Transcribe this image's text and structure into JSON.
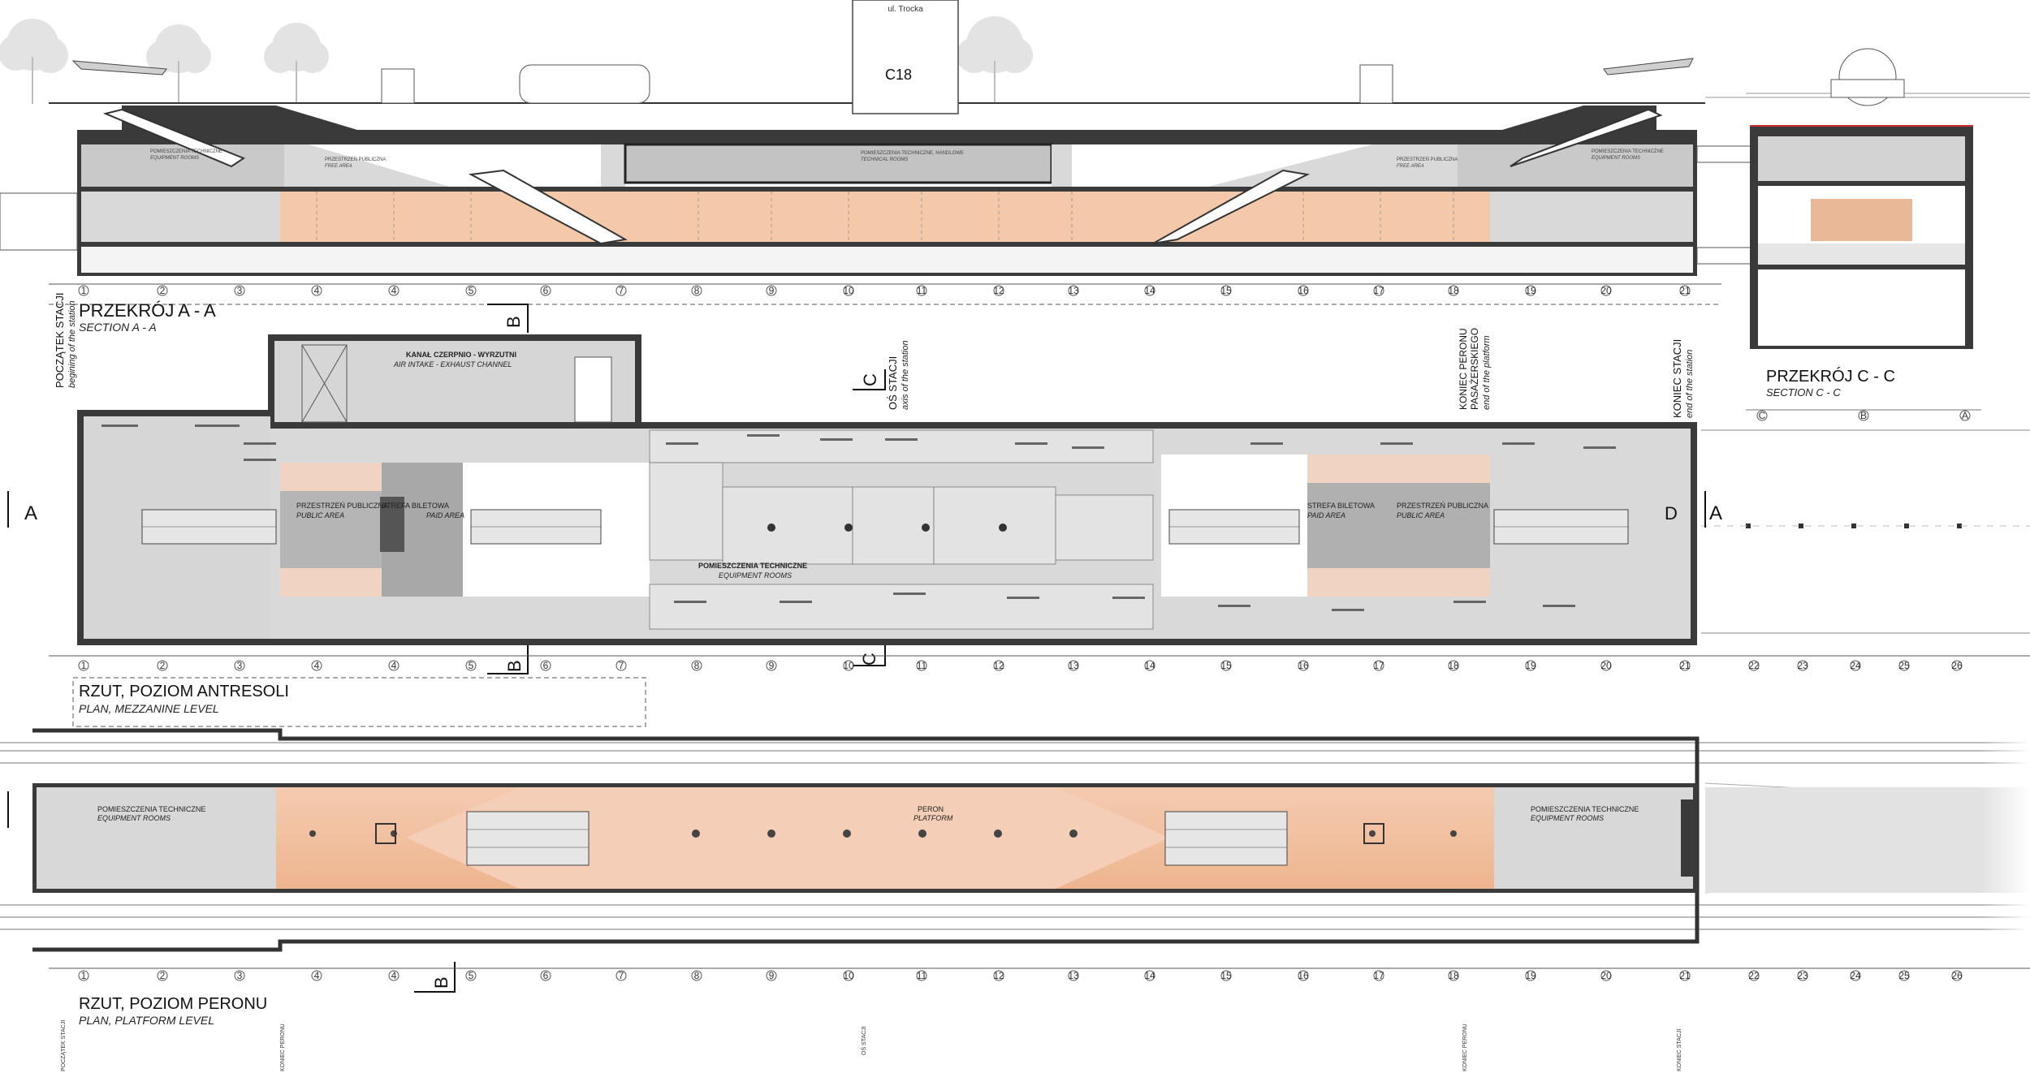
{
  "street_label": "ul. Trocka",
  "chamber_label": "C18",
  "sections": {
    "a_title": "PRZEKRÓJ A - A",
    "a_subtitle": "SECTION  A - A",
    "c_title": "PRZEKRÓJ C - C",
    "c_subtitle": "SECTION  C - C"
  },
  "plans": {
    "mezzanine_title": "RZUT, POZIOM ANTRESOLI",
    "mezzanine_subtitle": "PLAN, MEZZANINE LEVEL",
    "platform_title": "RZUT, POZIOM PERONU",
    "platform_subtitle": "PLAN, PLATFORM LEVEL"
  },
  "markers": {
    "station_start_pl": "POCZĄTEK STACJI",
    "station_start_en": "begining of the station",
    "station_axis_pl": "OŚ STACJI",
    "station_axis_en": "axis of the station",
    "platform_end_pl1": "KONIEC PERONU",
    "platform_end_pl2": "PASAŻERSKIEGO",
    "platform_end_en": "end of the platform",
    "station_end_pl": "KONIEC STACJI",
    "station_end_en": "end of the station"
  },
  "section_marks": {
    "a": "A",
    "b": "B",
    "c": "C",
    "d": "D"
  },
  "areas": {
    "air_pl": "KANAŁ CZERPNIO - WYRZUTNI",
    "air_en": "AIR INTAKE - EXHAUST CHANNEL",
    "public_pl": "PRZESTRZEŃ PUBLICZNA",
    "public_en": "PUBLIC AREA",
    "paid_pl": "STREFA BILETOWA",
    "paid_en": "PAID AREA",
    "equip_pl": "POMIESZCZENIA TECHNICZNE",
    "equip_en": "EQUIPMENT ROOMS",
    "platform_pl": "PERON",
    "platform_en": "PLATFORM"
  },
  "section_a_labels": {
    "equip_left": "POMIESZCZENIA TECHNICZNE",
    "equip_left_en": "EQUIPMENT ROOMS",
    "public_left": "PRZESTRZEŃ PUBLICZNA",
    "public_left_en": "FREE AREA",
    "tech_center": "POMIESZCZENIA TECHNICZNE, HANDLOWE",
    "tech_center_en": "TECHNICAL ROOMS",
    "public_right": "PRZESTRZEŃ PUBLICZNA",
    "public_right_en": "FREE AREA",
    "equip_right": "POMIESZCZENIA TECHNICZNE",
    "equip_right_en": "EQUIPMENT ROOMS"
  },
  "grid_a": [
    "1",
    "2",
    "3",
    "4",
    "4",
    "5",
    "6",
    "7",
    "8",
    "9",
    "10",
    "11",
    "12",
    "13",
    "14",
    "15",
    "16",
    "17",
    "18",
    "19",
    "20",
    "21"
  ],
  "grid_b": [
    "1",
    "2",
    "3",
    "4",
    "4",
    "5",
    "6",
    "7",
    "8",
    "9",
    "10",
    "11",
    "12",
    "13",
    "14",
    "15",
    "16",
    "17",
    "18",
    "19",
    "20",
    "21",
    "22",
    "23",
    "24",
    "25",
    "26"
  ],
  "grid_c": [
    "C",
    "B",
    "A"
  ],
  "colors": {
    "orange": "#f2c6a4",
    "gray": "#d6d6d6",
    "dark": "#333333",
    "red": "#d32f2f"
  }
}
